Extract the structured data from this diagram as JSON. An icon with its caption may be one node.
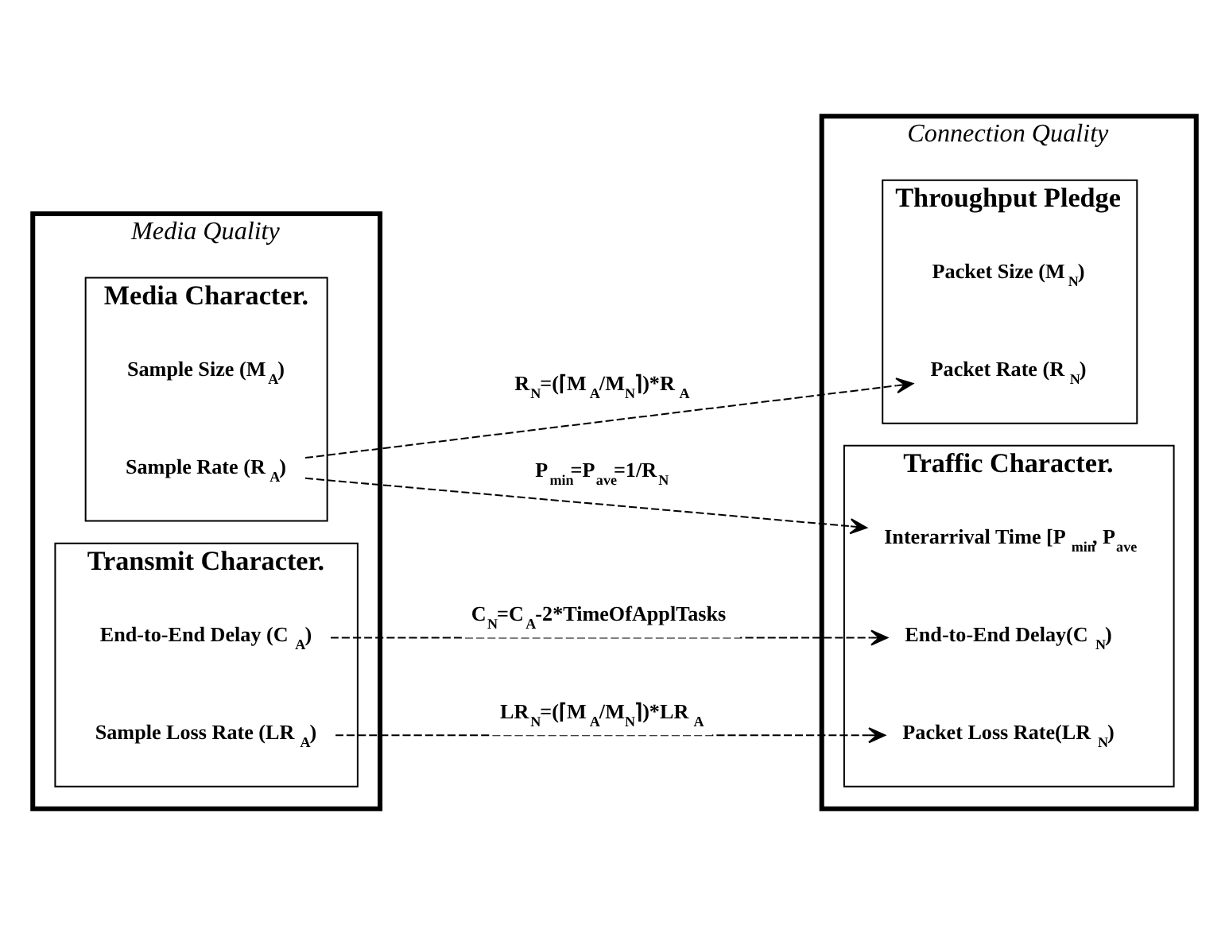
{
  "diagram": {
    "nodes": [
      {
        "text": [
          "Media Quality"
        ]
      },
      {
        "text": [
          "Media Character."
        ],
        "in": 0
      },
      {
        "text": [
          "Sample Size (M$_{A}$)"
        ],
        "in": 1
      },
      {
        "text": [
          "Sample Rate (R$_{A}$)"
        ],
        "in": 1
      },
      {
        "text": [
          "Transmit Character."
        ],
        "in": 0
      },
      {
        "text": [
          "End-to-End Delay (C$_{A}$)"
        ],
        "in": 4
      },
      {
        "text": [
          "Sample Loss Rate (LR$_{A}$)"
        ],
        "in": 4
      },
      {
        "text": [
          "Connection Quality"
        ]
      },
      {
        "text": [
          "Throughput Pledge"
        ],
        "in": 7
      },
      {
        "text": [
          "Packet Size (M$_{N}$)"
        ],
        "in": 8
      },
      {
        "text": [
          "Packet Rate (R$_{N}$)"
        ],
        "in": 8
      },
      {
        "text": [
          "Traffic Character."
        ],
        "in": 7
      },
      {
        "text": [
          "Interarrival Time [P$_{min}$, P$_{ave}$"
        ],
        "in": 11
      },
      {
        "text": [
          "End-to-End Delay(C$_{N}$)"
        ],
        "in": 11
      },
      {
        "text": [
          "Packet Loss Rate(LR$_{N}$)"
        ],
        "in": 11
      }
    ],
    "edges": [
      {
        "from": 3,
        "to": 10,
        "arrow": "to",
        "style": "dashed",
        "label": "R$_{N}$=(⌈M$_{A}$/M$_{N}$⌉)*R$_{A}$"
      },
      {
        "from": 3,
        "to": 12,
        "arrow": "to",
        "style": "dashed",
        "label": "P$_{min}$=P$_{ave}$=1/R$_{N}$"
      },
      {
        "from": 5,
        "to": 13,
        "arrow": "to",
        "style": "dashed",
        "label": "C$_{N}$=C$_{A}$-2*TimeOfApplTasks"
      },
      {
        "from": 6,
        "to": 14,
        "arrow": "to",
        "style": "dashed",
        "label": "LR$_{N}$=(⌈M$_{A}$/M$_{N}$⌉)*LR$_{A}$"
      }
    ]
  }
}
